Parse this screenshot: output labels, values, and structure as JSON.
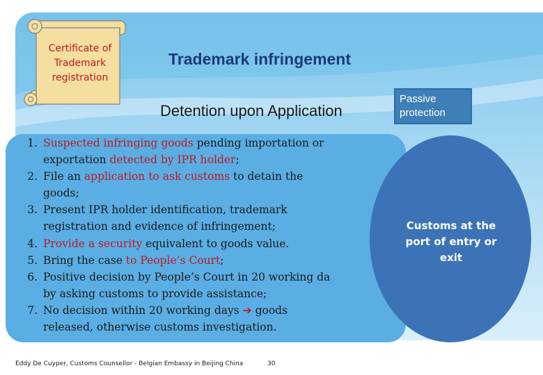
{
  "scroll": {
    "lines": [
      "Certificate of",
      "Trademark",
      "registration"
    ]
  },
  "title": "Trademark infringement",
  "subtitle": "Detention upon Application",
  "badge": {
    "lines": [
      "Passive",
      "protection"
    ]
  },
  "steps": [
    {
      "number": "1",
      "lines": [
        [
          {
            "text": "Suspected infringing goods",
            "color": "red"
          },
          {
            "text": " pending importation or"
          }
        ],
        [
          {
            "text": "exportation "
          },
          {
            "text": "detected by IPR holder",
            "color": "red"
          },
          {
            "text": ";"
          }
        ]
      ]
    },
    {
      "number": "2",
      "lines": [
        [
          {
            "text": "File an "
          },
          {
            "text": "application to ask customs",
            "color": "red"
          },
          {
            "text": " to detain the"
          }
        ],
        [
          {
            "text": "goods;"
          }
        ]
      ]
    },
    {
      "number": "3",
      "lines": [
        [
          {
            "text": "Present IPR holder identification, trademark"
          }
        ],
        [
          {
            "text": "registration and evidence of infringement;"
          }
        ]
      ]
    },
    {
      "number": "4",
      "lines": [
        [
          {
            "text": "Provide a security",
            "color": "red"
          },
          {
            "text": " equivalent to goods value."
          }
        ]
      ]
    },
    {
      "number": "5",
      "lines": [
        [
          {
            "text": "Bring the case "
          },
          {
            "text": "to People’s Court",
            "color": "red"
          },
          {
            "text": ";"
          }
        ]
      ]
    },
    {
      "number": "6",
      "lines": [
        [
          {
            "text": "Positive decision by People’s Court in 20 working da"
          }
        ],
        [
          {
            "text": "by asking customs to provide assistance;"
          }
        ]
      ]
    },
    {
      "number": "7",
      "lines": [
        [
          {
            "text": "No decision within 20 working days "
          },
          {
            "text": "➔",
            "color": "red"
          },
          {
            "text": " goods"
          }
        ],
        [
          {
            "text": "released, otherwise customs investigation."
          }
        ]
      ]
    }
  ],
  "circle": {
    "lines": [
      "Customs at the",
      "port of entry or",
      "exit"
    ]
  },
  "footer": "Eddy De Cuyper, Customs Counsellor - Belgian Embassy in Beijing China",
  "page_number": "30",
  "colors": {
    "accent_red": "#c0181f",
    "panel_blue": "#5aaee4",
    "circle_blue": "#3c73b6",
    "badge_blue": "#3e7fb7",
    "scroll_fill": "#f4dfa0",
    "title_navy": "#1b3a78"
  },
  "icons": {
    "arrow": "bold-right-arrow-icon",
    "scroll": "parchment-scroll-icon"
  }
}
